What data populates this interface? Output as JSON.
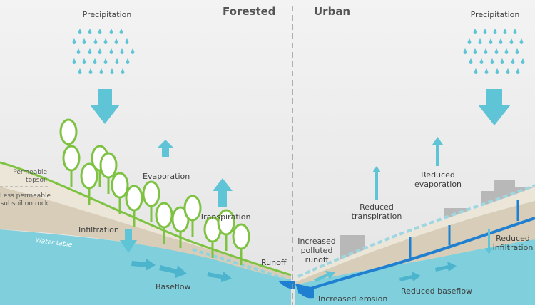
{
  "headings": {
    "forested": "Forested",
    "urban": "Urban"
  },
  "labels": {
    "precip_left": "Precipitation",
    "precip_right": "Precipitation",
    "permeable_topsoil": "Permeable\ntopsoil",
    "less_permeable": "Less permeable\nsubsoil on rock",
    "evaporation": "Evaporation",
    "transpiration": "Transpiration",
    "infiltration": "Infiltration",
    "water_table": "Water table",
    "runoff": "Runoff",
    "baseflow": "Baseflow",
    "increased_runoff": "Increased\npolluted\nrunoff",
    "increased_erosion": "Increased erosion",
    "reduced_baseflow": "Reduced baseflow",
    "reduced_transpiration": "Reduced\ntranspiration",
    "reduced_evaporation": "Reduced\nevaporation",
    "reduced_infiltration": "Reduced\ninfiltration"
  },
  "colors": {
    "water": "#7fd0dc",
    "arrow": "#5ec4d6",
    "tree": "#7ec242",
    "soil": "#e9e2d2",
    "subsoil": "#d7cdb8",
    "building": "#b8b8b8",
    "stream": "#1f7fd0"
  }
}
